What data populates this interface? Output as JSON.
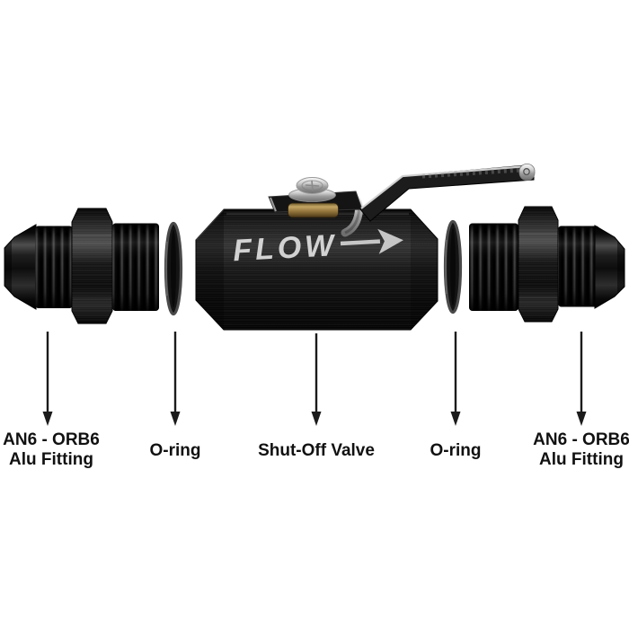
{
  "scene": {
    "type": "product-parts-diagram",
    "background_color": "#ffffff",
    "label_text_color": "#111111"
  },
  "valve_assembly": {
    "flow_marking": "FLOW",
    "flow_direction": "right",
    "flow_marking_color": "#d2d2d2",
    "body_color": "#161616",
    "handle_color": "#1c1c1c",
    "silver_color": "#c9c9c9",
    "brass_color": "#a98c50",
    "oring_color": "#2b2b2b"
  },
  "labels": {
    "fitting_left_line1": "AN6 - ORB6",
    "fitting_left_line2": "Alu Fitting",
    "oring_left": "O-ring",
    "valve": "Shut-Off Valve",
    "oring_right": "O-ring",
    "fitting_right_line1": "AN6 - ORB6",
    "fitting_right_line2": "Alu Fitting"
  }
}
